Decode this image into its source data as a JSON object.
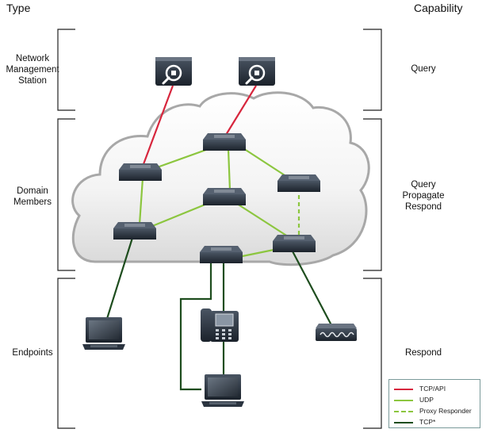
{
  "headers": {
    "type": "Type",
    "capability": "Capability"
  },
  "tiers": [
    {
      "type": "Network\nManagement\nStation",
      "capability": "Query"
    },
    {
      "type": "Domain\nMembers",
      "capability": "Query\nPropagate\nRespond"
    },
    {
      "type": "Endpoints",
      "capability": "Respond"
    }
  ],
  "legend": [
    {
      "label": "TCP/API",
      "color": "#d7263d",
      "style": "solid"
    },
    {
      "label": "UDP",
      "color": "#8cc63f",
      "style": "solid"
    },
    {
      "label": "Proxy Responder",
      "color": "#8cc63f",
      "style": "dashed"
    },
    {
      "label": "TCP*",
      "color": "#1e4d1e",
      "style": "solid"
    }
  ],
  "colors": {
    "tcp_api": "#d7263d",
    "udp": "#8cc63f",
    "tcp": "#1e4d1e",
    "device_dark": "#2b3440",
    "cloud_outline": "#a8a8a8"
  },
  "icons": {
    "management_station": "management-station-icon",
    "switch": "switch-icon",
    "laptop": "laptop-icon",
    "ip_phone": "ip-phone-icon",
    "access_point": "access-point-icon"
  }
}
